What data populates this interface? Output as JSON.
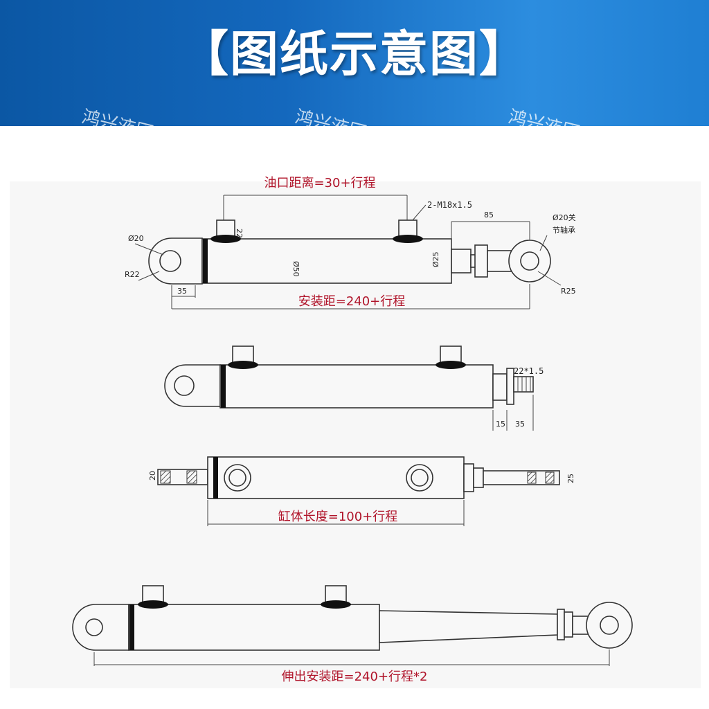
{
  "banner": {
    "title": "【图纸示意图】",
    "watermarks": [
      "鸿兴液压",
      "鸿兴液压",
      "鸿兴液压"
    ],
    "colors": {
      "start": "#0b57a4",
      "end": "#2c8ddf"
    }
  },
  "views": {
    "top": {
      "port_distance": "油口距离=30+行程",
      "port_thread": "2-M18x1.5",
      "dim_85": "85",
      "rod_end_bearing": "Ø20关",
      "rod_end_bearing_2": "节轴承",
      "left_hole": "Ø20",
      "left_radius": "R22",
      "dim_22": "22",
      "bore": "Ø50",
      "rod": "Ø25",
      "dim_35": "35",
      "right_radius": "R25",
      "install_distance": "安装距=240+行程"
    },
    "second": {
      "thread": "22*1.5",
      "dim_15": "15",
      "dim_35": "35"
    },
    "third": {
      "dim_20": "20",
      "dim_25": "25",
      "barrel_length": "缸体长度=100+行程"
    },
    "bottom": {
      "extended_distance": "伸出安装距=240+行程*2"
    }
  },
  "colors": {
    "label_red": "#b0142a",
    "line": "#333333"
  }
}
